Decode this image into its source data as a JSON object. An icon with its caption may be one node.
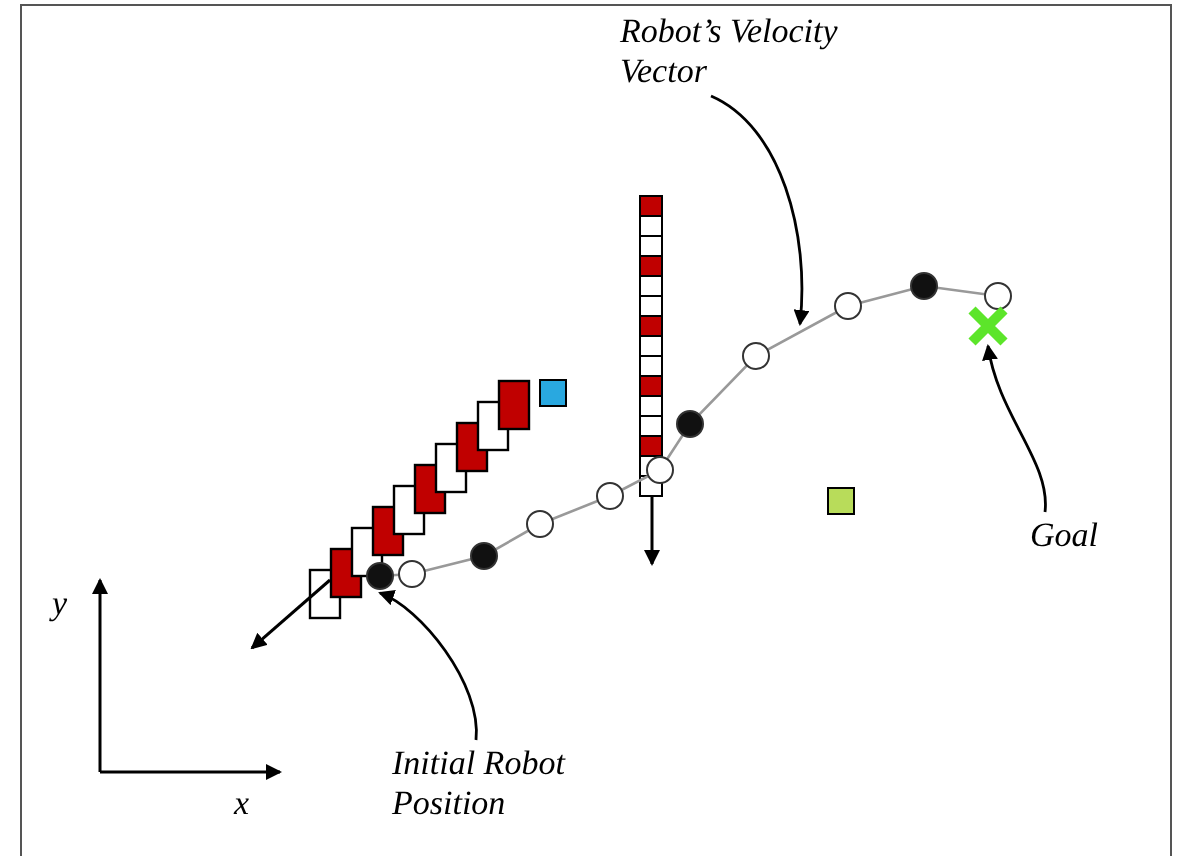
{
  "diagram": {
    "nodes": [
      {
        "text": [
          "Robot’s Velocity Vector"
        ]
      },
      {
        "text": [
          "Goal"
        ]
      },
      {
        "text": [],
        "shape": "cross"
      },
      {
        "text": [
          "Initial Robot Position"
        ]
      },
      {
        "text": [],
        "shape": "circle"
      }
    ],
    "edges": [
      {
        "from": 0,
        "to": null,
        "arrow": "to"
      },
      {
        "from": 1,
        "to": 2,
        "arrow": "to"
      },
      {
        "from": 3,
        "to": 4,
        "arrow": "to"
      }
    ],
    "labels": [
      "y",
      "x"
    ]
  }
}
